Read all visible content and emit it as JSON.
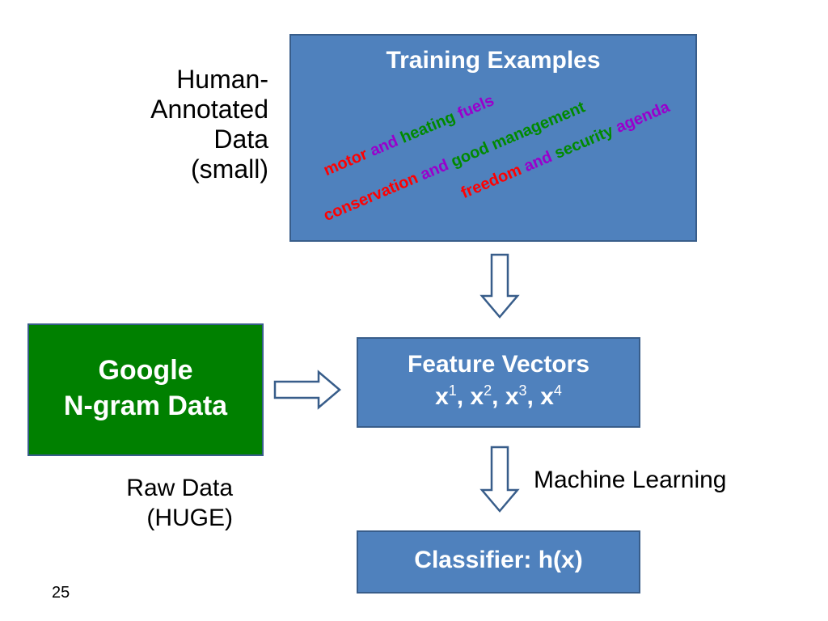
{
  "training": {
    "title": "Training Examples",
    "phrases": [
      [
        "motor",
        "and",
        "heating",
        "fuels"
      ],
      [
        "conservation",
        "and",
        "good",
        "management"
      ],
      [
        "freedom",
        "and",
        "security",
        "agenda"
      ]
    ]
  },
  "human_label": {
    "lines": [
      "Human-",
      "Annotated",
      "Data",
      "(small)"
    ]
  },
  "google": {
    "line1": "Google",
    "line2": "N-gram Data"
  },
  "raw_label": {
    "lines": [
      "Raw Data",
      "(HUGE)"
    ]
  },
  "features": {
    "title": "Feature Vectors",
    "x": "x",
    "sep": ", ",
    "sup1": "1",
    "sup2": "2",
    "sup3": "3",
    "sup4": "4"
  },
  "ml_label": "Machine Learning",
  "classifier": "Classifier: h(x)",
  "page_number": "25",
  "colors": {
    "box_blue": "#4f81bd",
    "box_green": "#008000",
    "word_red": "#ff0000",
    "word_purple": "#9900cc",
    "word_green": "#008a00"
  }
}
